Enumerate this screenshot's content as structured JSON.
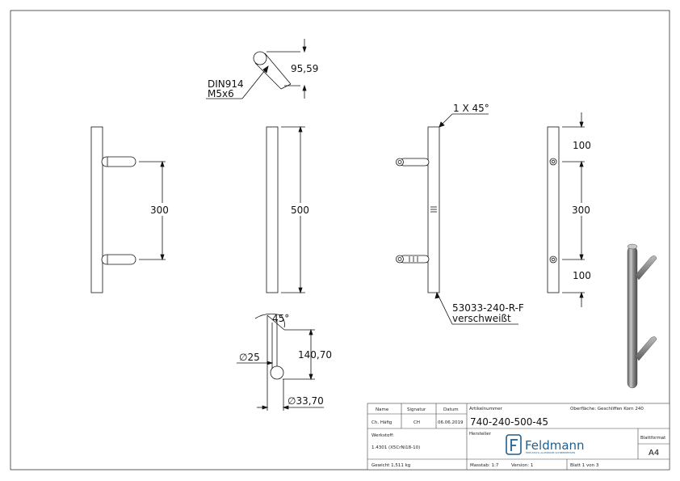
{
  "drawing": {
    "dims": {
      "top_length": "95,59",
      "screw_l1": "DIN914",
      "screw_l2": "M5x6",
      "side_spacing": "300",
      "bar_length": "500",
      "chamfer": "1 X 45°",
      "right_top": "100",
      "right_mid": "300",
      "right_bottom": "100",
      "weld_l1": "53033-240-R-F",
      "weld_l2": "verschweißt",
      "angle": "45°",
      "height": "140,70",
      "dia_small": "∅25",
      "dia_large": "∅33,70"
    }
  },
  "title_block": {
    "h_name": "Name",
    "h_signatur": "Signatur",
    "h_datum": "Datum",
    "name": "Ch. Häfig",
    "signatur": "CH",
    "datum": "06.06.2019",
    "artikel_label": "Artikelnummer",
    "artikel": "740-240-500-45",
    "oberflaeche": "Oberfläche: Geschliffen Korn 240",
    "werkstoff_label": "Werkstoff:",
    "werkstoff": "1.4301 (X5CrNi18-10)",
    "hersteller": "Hersteller",
    "brand": "Feldmann",
    "brand_sub": "EDELSTAHL ALUMINIUM SCHMIEDEEISEN",
    "blattformat_label": "Blattformat",
    "blattformat": "A4",
    "gewicht": "Gewicht 1,511 kg",
    "massstab": "Masstab: 1:7",
    "version": "Version: 1",
    "blatt": "Blatt 1 von 3"
  }
}
